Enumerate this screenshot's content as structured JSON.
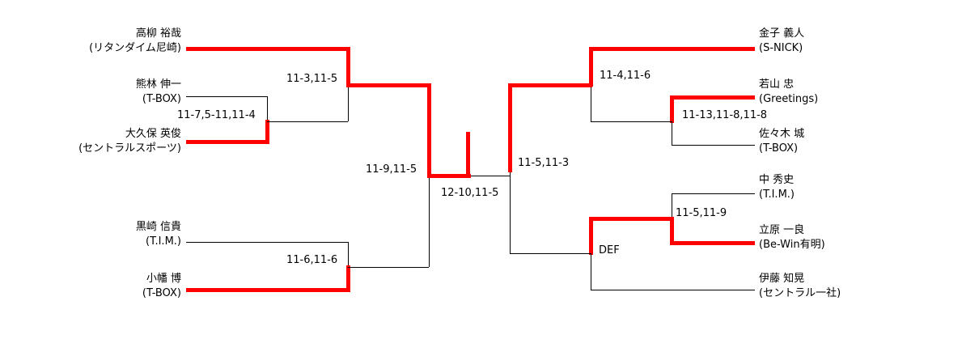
{
  "bracket": {
    "type": "tournament-bracket",
    "champion": "高柳 裕哉",
    "colors": {
      "winner_path": "#ff0000",
      "line": "#000000",
      "background": "#ffffff",
      "text": "#000000"
    },
    "players": {
      "left": [
        {
          "name": "高柳 裕哉",
          "club": "(リタンダイム尼崎)"
        },
        {
          "name": "熊林 伸一",
          "club": "(T-BOX)"
        },
        {
          "name": "大久保 英俊",
          "club": "(セントラルスポーツ)"
        },
        {
          "name": "黒崎 信貴",
          "club": "(T.I.M.)"
        },
        {
          "name": "小幡 博",
          "club": "(T-BOX)"
        }
      ],
      "right": [
        {
          "name": "金子 義人",
          "club": "(S-NICK)"
        },
        {
          "name": "若山 忠",
          "club": "(Greetings)"
        },
        {
          "name": "佐々木 城",
          "club": "(T-BOX)"
        },
        {
          "name": "中 秀史",
          "club": "(T.I.M.)"
        },
        {
          "name": "立原 一良",
          "club": "(Be-Win有明)"
        },
        {
          "name": "伊藤 知晃",
          "club": "(セントラル一社)"
        }
      ]
    },
    "scores": {
      "left_round1": "11-7,5-11,11-4",
      "left_qf_top": "11-3,11-5",
      "left_qf_bottom": "11-6,11-6",
      "left_semifinal": "11-9,11-5",
      "final": "12-10,11-5",
      "right_semifinal": "11-5,11-3",
      "right_qf_top": "11-4,11-6",
      "right_qf_bottom": "DEF",
      "right_round1_top": "11-13,11-8,11-8",
      "right_round1_bottom": "11-5,11-9"
    }
  }
}
